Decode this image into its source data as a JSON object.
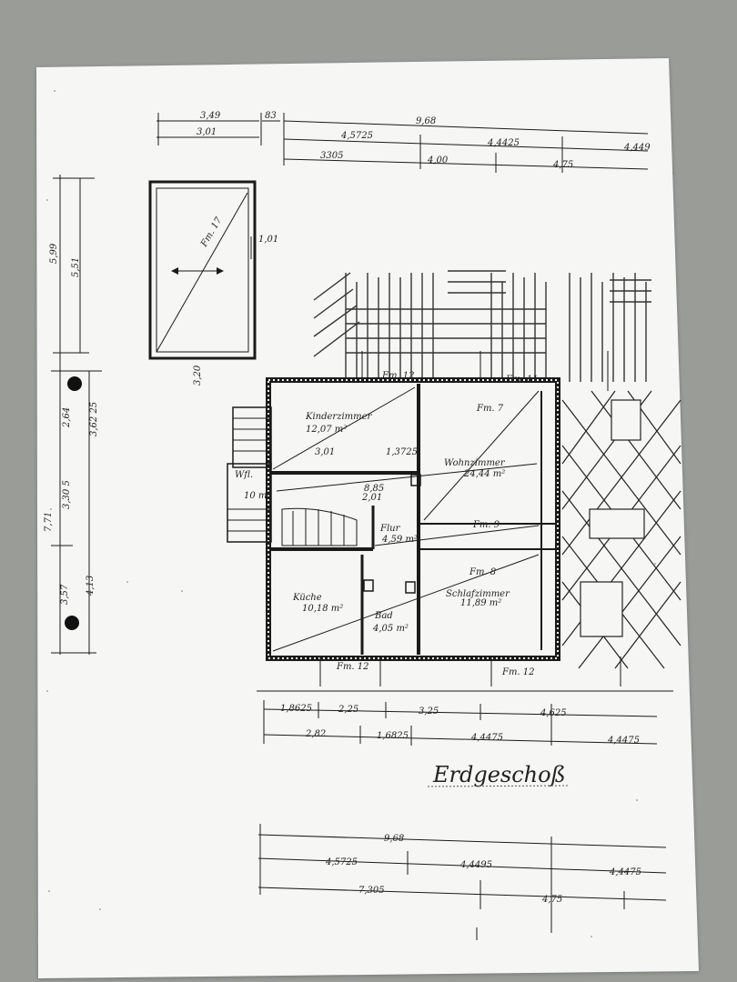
{
  "colors": {
    "background": "#9a9c98",
    "paper": "#f6f6f4",
    "ink": "#1a1a1a"
  },
  "title": "Erdgeschoß",
  "rooms": {
    "kinderzimmer": {
      "name": "Kinderzimmer",
      "area": "12,07 m²"
    },
    "wohnzimmer": {
      "name": "Wohnzimmer",
      "area": "24,44 m²"
    },
    "wfl": {
      "name": "Wfl.",
      "area": "10 m²"
    },
    "flur": {
      "name": "Flur",
      "area": "4,59 m²"
    },
    "kueche": {
      "name": "Küche",
      "area": "10,18 m²"
    },
    "bad": {
      "name": "Bad",
      "area": "4,05 m²"
    },
    "schlafzimmer": {
      "name": "Schlafzimmer",
      "area": "11,89 m²"
    }
  },
  "top_dimensions": [
    "3,49",
    "83",
    "9,68",
    "3,01",
    "4,5725",
    "4,4425",
    "4,449",
    "3305",
    "4,00",
    "4,75"
  ],
  "left_dimensions": [
    "5,99",
    "5,51",
    "7,71",
    "2,64",
    "3,62 25",
    "3,30 5",
    "3,57",
    "4,13"
  ],
  "window_labels": [
    "Fm. 17",
    "Fm. 12",
    "Fm. 11",
    "Fm. 7",
    "Fm. 9",
    "Fm. 8",
    "Fm. 12",
    "Fm. 12"
  ],
  "middle_dimensions": [
    "1,8625",
    "2,25",
    "3,25",
    "4,625",
    "2,82",
    "1,6825",
    "4,4475",
    "4,4475"
  ],
  "bottom_dimensions": [
    "9,68",
    "4,5725",
    "4,4495",
    "4,4475",
    "7,305",
    "4,75"
  ],
  "misc_labels": [
    "1,01",
    "3,01",
    "1,3725",
    "8,85",
    "2,01",
    "3,20"
  ]
}
